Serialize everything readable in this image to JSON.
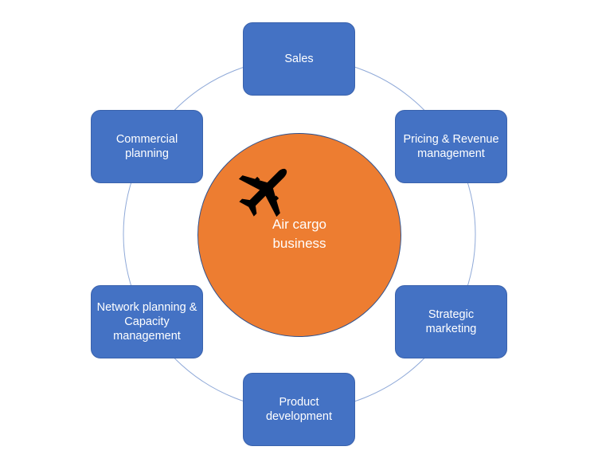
{
  "center": {
    "label_line1": "Air cargo",
    "label_line2": "business",
    "icon": "airplane-icon"
  },
  "functions": [
    {
      "id": "sales",
      "label": "Sales"
    },
    {
      "id": "pricing",
      "label": "Pricing & Revenue management"
    },
    {
      "id": "strategic",
      "label": "Strategic marketing"
    },
    {
      "id": "product",
      "label": "Product development"
    },
    {
      "id": "network",
      "label": "Network planning & Capacity management"
    },
    {
      "id": "commercial",
      "label": "Commercial planning"
    }
  ],
  "colors": {
    "box": "#4472C4",
    "center": "#ED7D31",
    "ring": "#8FA9D8"
  }
}
